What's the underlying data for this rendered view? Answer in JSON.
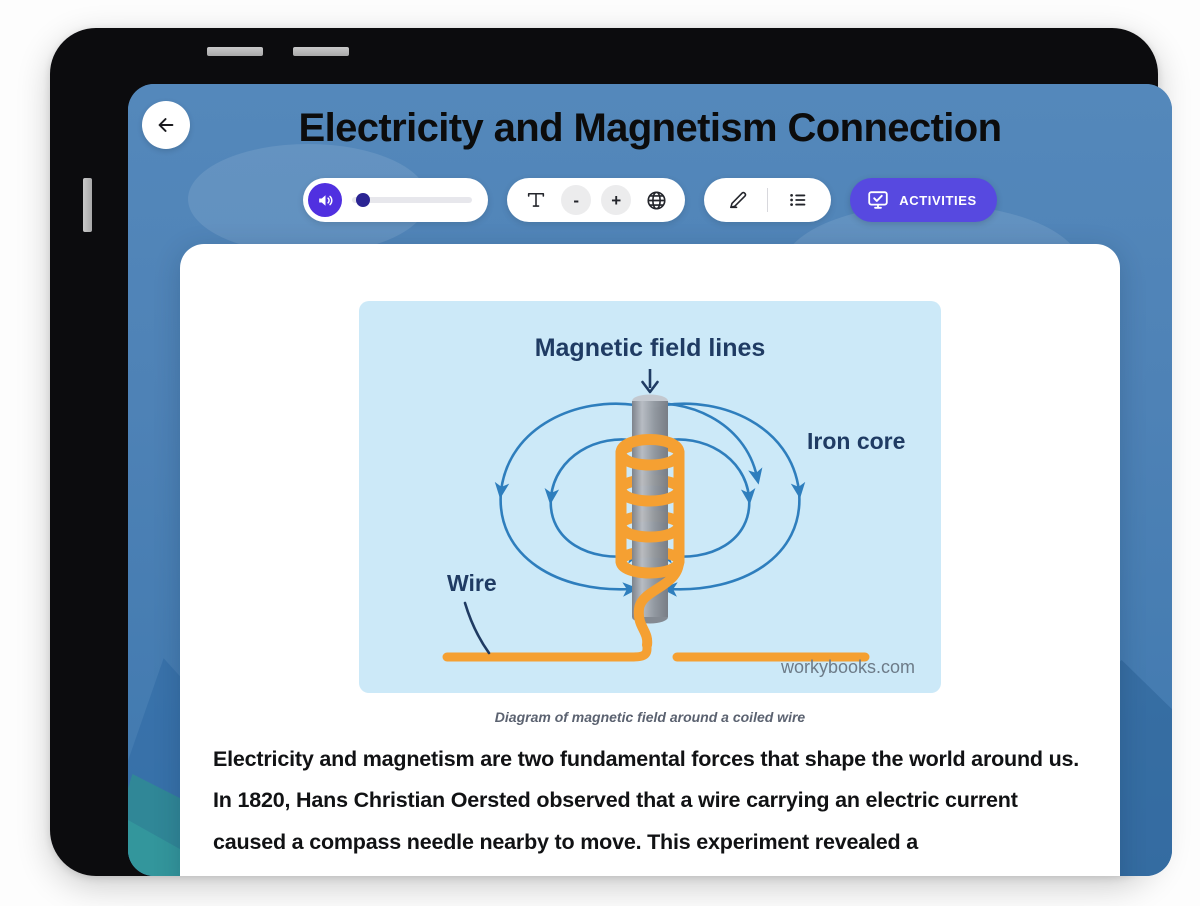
{
  "header": {
    "title": "Electricity and Magnetism Connection",
    "back_icon": "arrow-left-icon"
  },
  "toolbar": {
    "audio": {
      "speaker_icon": "speaker-volume-icon",
      "slider_value": 4,
      "slider_min": 0,
      "slider_max": 100
    },
    "text_controls": {
      "text_format_icon": "text-format-icon",
      "decrease_label": "-",
      "increase_label": "+",
      "language_icon": "globe-icon"
    },
    "tools": {
      "highlighter_icon": "pencil-highlighter-icon",
      "list_icon": "list-view-icon"
    },
    "activities": {
      "label": "ACTIVITIES",
      "icon": "monitor-check-icon"
    }
  },
  "content": {
    "figure": {
      "labels": {
        "field_lines": "Magnetic field lines",
        "iron_core": "Iron core",
        "wire": "Wire"
      },
      "watermark": "workybooks.com",
      "caption": "Diagram of magnetic field around a coiled wire"
    },
    "paragraph": "Electricity and magnetism are two fundamental forces that shape the world around us. In 1820, Hans Christian Oersted observed that a wire carrying an electric current caused a compass needle nearby to move. This experiment revealed a"
  },
  "colors": {
    "accent_purple": "#5749e0",
    "speaker_purple": "#5030e0",
    "header_blue": "#4f82b6",
    "diagram_bg": "#cce9f8",
    "field_line_blue": "#2e7ebd",
    "coil_orange": "#f5a032",
    "core_gray": "#8e939b",
    "label_navy": "#1f3b63"
  }
}
